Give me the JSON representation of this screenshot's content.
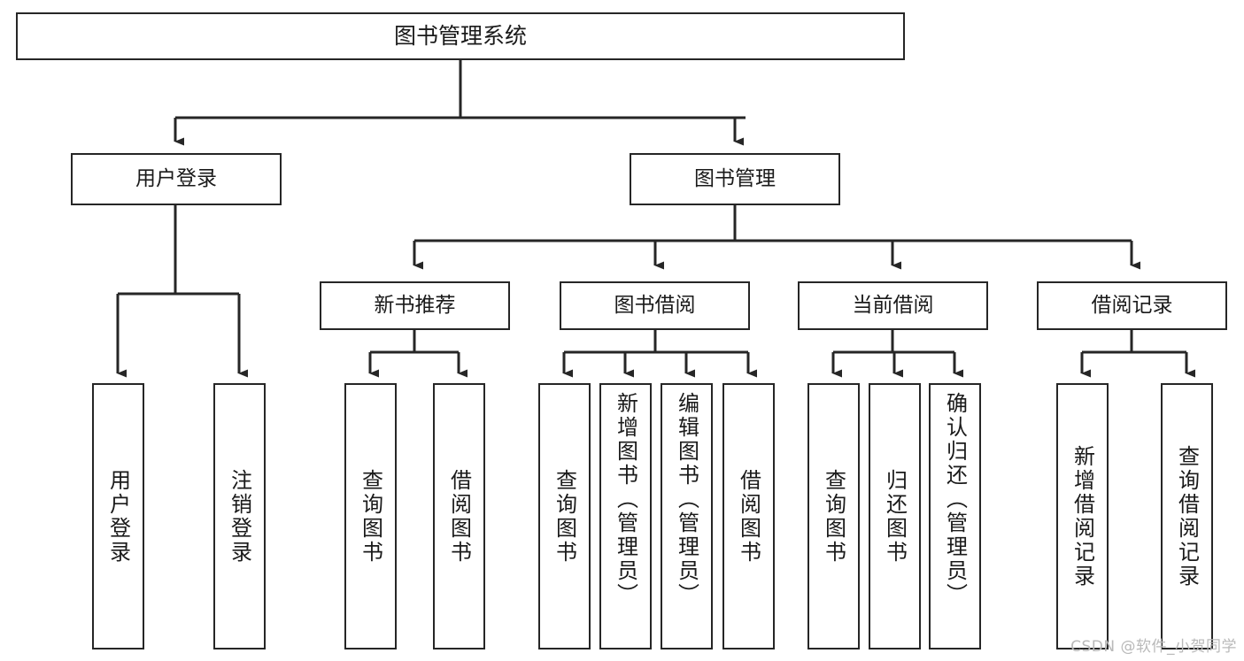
{
  "diagram": {
    "title": "图书管理系统",
    "watermark": "CSDN @软件_小贺同学",
    "colors": {
      "background": "#ffffff",
      "box_border": "#262626",
      "box_fill": "#ffffff",
      "edge": "#262626",
      "text": "#1a1a1a",
      "watermark": "#b9b9b9"
    },
    "nodes": {
      "root": {
        "label": "图书管理系统"
      },
      "level2": [
        {
          "label": "用户登录"
        },
        {
          "label": "图书管理"
        }
      ],
      "level3": [
        {
          "label": "新书推荐"
        },
        {
          "label": "图书借阅"
        },
        {
          "label": "当前借阅"
        },
        {
          "label": "借阅记录"
        }
      ],
      "leaves": {
        "user_login": [
          {
            "label": "用户登录"
          },
          {
            "label": "注销登录"
          }
        ],
        "new_book_recommend": [
          {
            "label": "查询图书"
          },
          {
            "label": "借阅图书"
          }
        ],
        "book_borrow": [
          {
            "label": "查询图书"
          },
          {
            "label": "新增图书（管理员）"
          },
          {
            "label": "编辑图书（管理员）"
          },
          {
            "label": "借阅图书"
          }
        ],
        "current_borrow": [
          {
            "label": "查询图书"
          },
          {
            "label": "归还图书"
          },
          {
            "label": "确认归还（管理员）"
          }
        ],
        "borrow_record": [
          {
            "label": "新增借阅记录"
          },
          {
            "label": "查询借阅记录"
          }
        ]
      }
    }
  }
}
